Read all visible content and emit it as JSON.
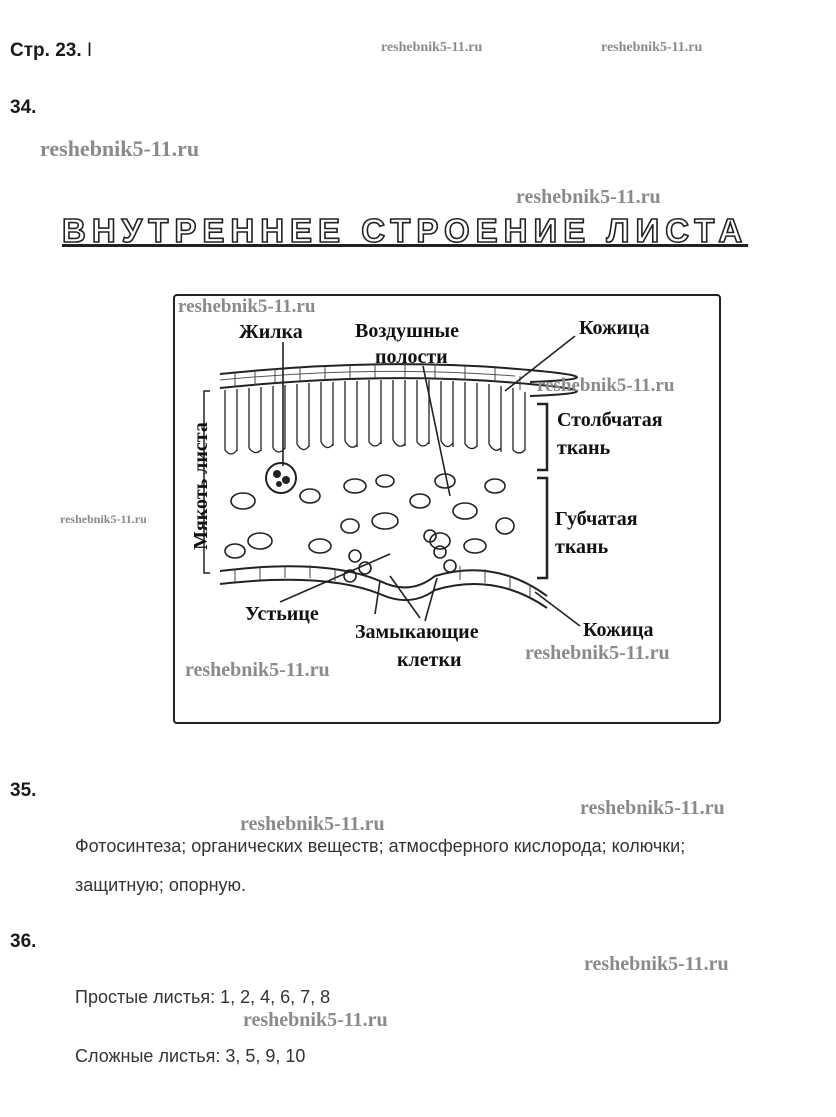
{
  "header": {
    "page": "Стр. 23."
  },
  "watermark": "reshebnik5-11.ru",
  "q34": {
    "number": "34.",
    "title": "ВНУТРЕННЕЕ СТРОЕНИЕ ЛИСТА",
    "labels": {
      "vein": "Жилка",
      "air1": "Воздушные",
      "air2": "полости",
      "skin_top": "Кожица",
      "palisade1": "Столбчатая",
      "palisade2": "ткань",
      "spongy1": "Губчатая",
      "spongy2": "ткань",
      "pulp": "Мякоть листа",
      "stoma": "Устьице",
      "guard1": "Замыкающие",
      "guard2": "клетки",
      "skin_bottom": "Кожица"
    }
  },
  "q35": {
    "number": "35.",
    "line1": "Фотосинтеза; органических веществ; атмосферного кислорода; колючки;",
    "line2": "защитную; опорную."
  },
  "q36": {
    "number": "36.",
    "simple": "Простые листья: 1, 2, 4, 6, 7, 8",
    "compound": "Сложные листья: 3, 5, 9, 10"
  }
}
